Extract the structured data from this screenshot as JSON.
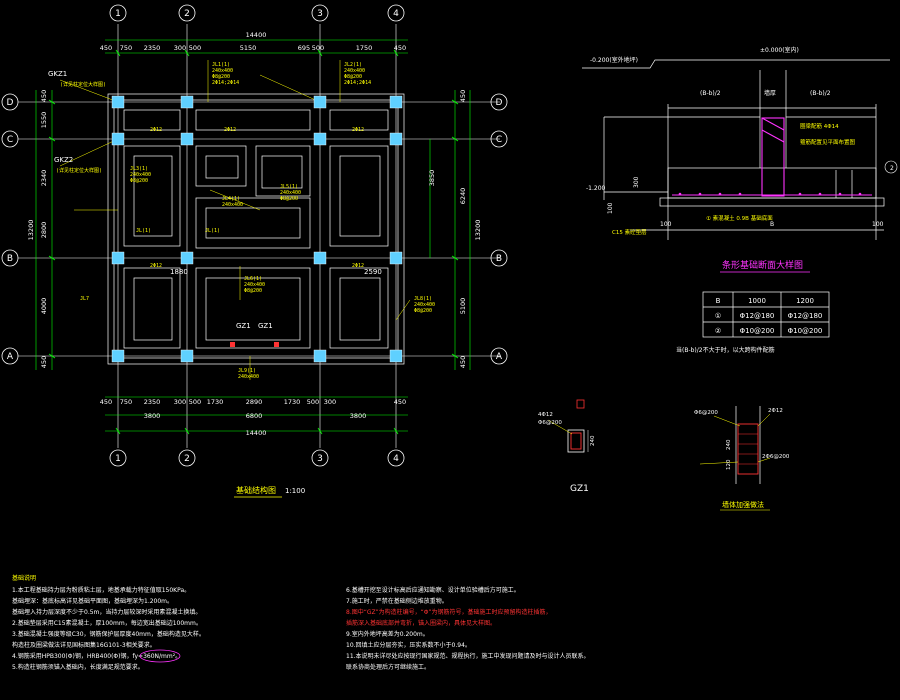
{
  "colors": {
    "background": "#000000",
    "grid": "#ffffff",
    "dimension": "#00ff00",
    "beam": "#ffffff",
    "column": "#5fd0ff",
    "annotation": "#ffff00",
    "section": "#ff33ff",
    "detail_border": "#ff3333"
  },
  "axes": {
    "columns": [
      "1",
      "2",
      "3",
      "4"
    ],
    "rows": [
      "D",
      "C",
      "B",
      "A"
    ]
  },
  "plan": {
    "top_dims": [
      "450",
      "750",
      "2350",
      "300",
      "500",
      "5150",
      "695",
      "500",
      "1750",
      "450"
    ],
    "top_total": "14400",
    "bottom_dims": [
      "450",
      "750",
      "2350",
      "300",
      "500",
      "1730",
      "2890",
      "1730",
      "500",
      "300",
      "450"
    ],
    "bottom_sub": [
      "3800",
      "6800",
      "3800"
    ],
    "bottom_total": "14400",
    "left_dims": [
      "450",
      "1550",
      "2340",
      "2800",
      "4000",
      "450"
    ],
    "left_total": "13200",
    "right_dims": [
      "450",
      "3850",
      "6240",
      "5100",
      "450"
    ],
    "right_total": "13200",
    "inner_dims": [
      "1880",
      "2590"
    ],
    "labels": {
      "gkz1": "GKZ1",
      "gkz2": "GKZ2",
      "gz1_a": "GZ1",
      "gz1_b": "GZ1"
    }
  },
  "titles": {
    "plan_title": "基础结构图",
    "plan_scale": "1:100",
    "section_title": "条形基础断面大样图",
    "gz1_title": "GZ1",
    "wall_title": "墙体加强做法"
  },
  "section": {
    "elev_top": "±0.000(室内)",
    "elev_left": "-0.200(室外地坪)",
    "elev_bottom": "-1.200",
    "b_half_left": "(B-b)/2",
    "b_half_right": "(B-b)/2",
    "wall": "墙厚",
    "dim_300": "300",
    "dim_100": "100",
    "label_b": "B",
    "note_1": "① 素混凝土 0.9B 基础底面",
    "note_2": "C15 素砼垫层",
    "callout_a": "圈梁配筋 4Φ14",
    "callout_b": "箍筋配置见平面布置图",
    "dim_100_left": "100",
    "dim_100_right": "100",
    "marker": "2"
  },
  "table": {
    "headers": [
      "B",
      "1000",
      "1200"
    ],
    "rows": [
      [
        "①",
        "Φ12@180",
        "Φ12@180"
      ],
      [
        "②",
        "Φ10@200",
        "Φ10@200"
      ]
    ],
    "footnote": "当(B-b)/2不大于时，以大跨构件配筋"
  },
  "gz1": {
    "rebar_a": "4Φ12",
    "rebar_b": "Φ6@200",
    "dim": "240"
  },
  "wall_detail": {
    "rebar_a": "Φ6@200",
    "rebar_b": "2Φ12",
    "dim_a": "240",
    "dim_b": "120",
    "note": "2Φ6@200"
  },
  "notes_left": {
    "heading": "基础说明",
    "lines": [
      "1.本工程基础持力层为粉质粘土层，地基承载力特征值取150KPa。",
      "  基础埋深：基底标高详见基础平面图，基础埋深为1.200m。",
      "  基础埋入持力层深度不少于0.5m，当持力层较深时采用素混凝土换填。",
      "2.基础垫层采用C15素混凝土，厚100mm，每边宽出基础边100mm。",
      "3.基础混凝土强度等级C30，钢筋保护层厚度40mm，基础构造见大样。",
      "  构造柱及圈梁做法详见国标图集16G101-3相关要求。",
      "4.钢筋采用HPB300(Φ)钢，HRB400(Φ)钢，fy=360N/mm²。",
      "5.构造柱钢筋须锚入基础内，长度满足规范要求。"
    ]
  },
  "notes_right": {
    "lines": [
      "6.基槽开挖至设计标高后应通知勘察、设计单位验槽后方可施工。",
      "7.施工时，严禁在基础侧边堆放重物。",
      "8.图中“GZ”为构造柱编号，“Φ”为钢筋符号，基础施工时应预留构造柱插筋，",
      "  插筋深入基础底部并弯折，锚入圈梁内，具体见大样图。",
      "9.室内外地坪高差为0.200m。",
      "10.回填土应分层夯实，压实系数不小于0.94。",
      "11.本说明未详尽处应按现行国家规范、规程执行，施工中发现问题请及时与设计人员联系。",
      "   联系协商处理后方可继续施工。"
    ]
  }
}
